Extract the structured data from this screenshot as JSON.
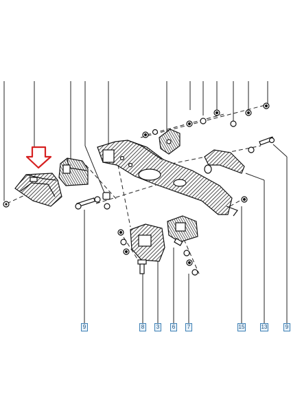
{
  "diagram": {
    "accent_color": "#d62020",
    "line_color": "#1a1a1a",
    "callout_border_color": "#3d7fb3",
    "highlight_arrow": "down-arrow-icon",
    "callouts": [
      {
        "id": "c9a",
        "label": "9"
      },
      {
        "id": "c8",
        "label": "8"
      },
      {
        "id": "c3",
        "label": "3"
      },
      {
        "id": "c6",
        "label": "6"
      },
      {
        "id": "c7",
        "label": "7"
      },
      {
        "id": "c15",
        "label": "15"
      },
      {
        "id": "c13",
        "label": "13"
      },
      {
        "id": "c9b",
        "label": "9"
      }
    ]
  }
}
